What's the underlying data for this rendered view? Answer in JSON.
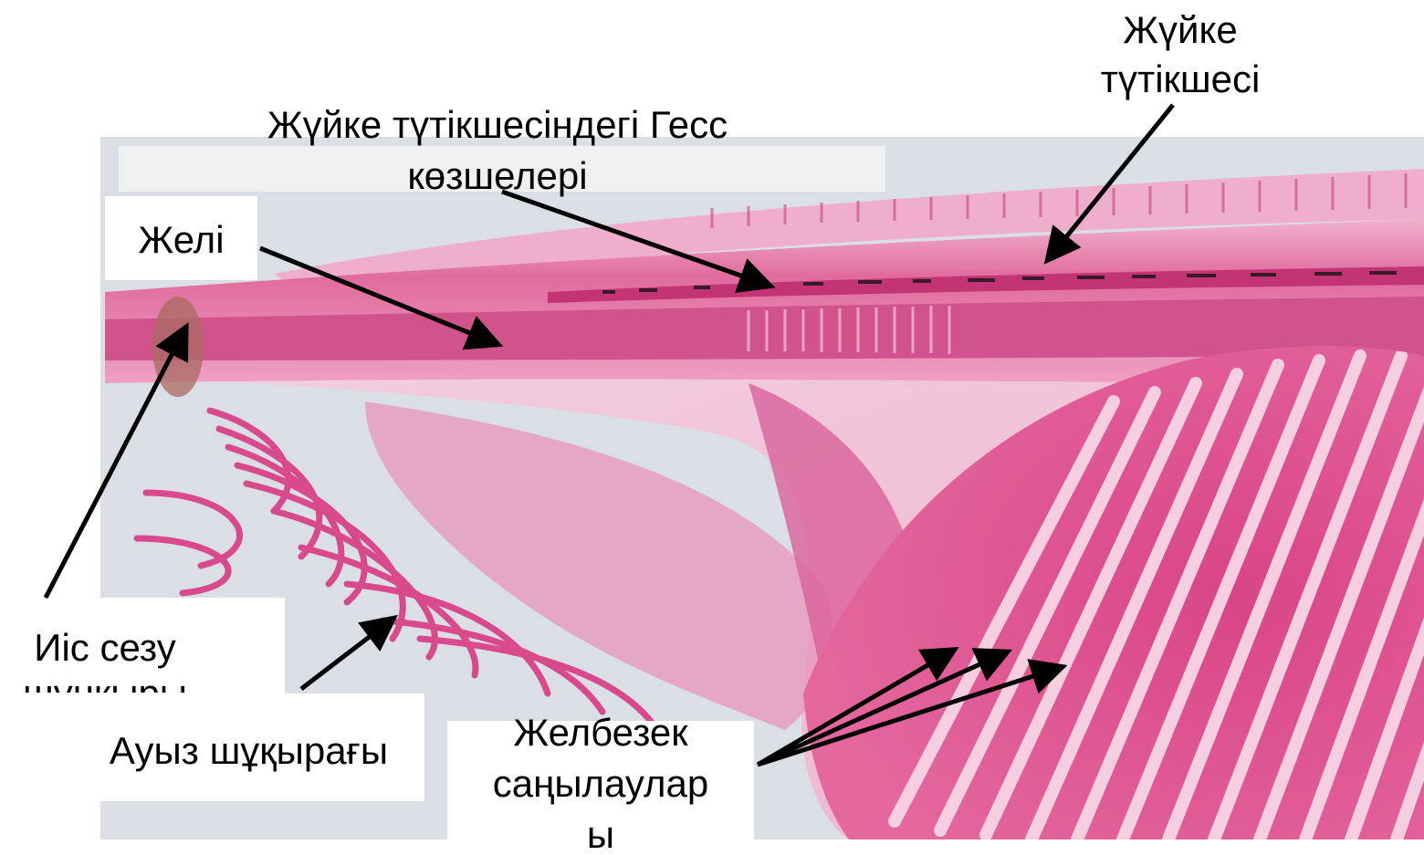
{
  "labels": {
    "nerve_tube_l1": "Жүйке",
    "nerve_tube_l2": "түтікшесі",
    "hesse_l1": "Жүйке түтікшесіндегі Гесс",
    "hesse_l2": "көзшелері",
    "notochord": "Желі",
    "olfactory_l1": "Иіс сезу",
    "olfactory_l2": "шұңқыры",
    "oral_cirri": "Ауыз шұқырағы",
    "gill_l1": "Желбезек",
    "gill_l2": "саңылаулар",
    "gill_l3": "ы"
  },
  "colors": {
    "tissue": "#e2609c",
    "tissue_dark": "#c23474",
    "background": "#d7dde3",
    "label_box": "#ffffff",
    "text": "#000000",
    "arrow": "#000000"
  }
}
